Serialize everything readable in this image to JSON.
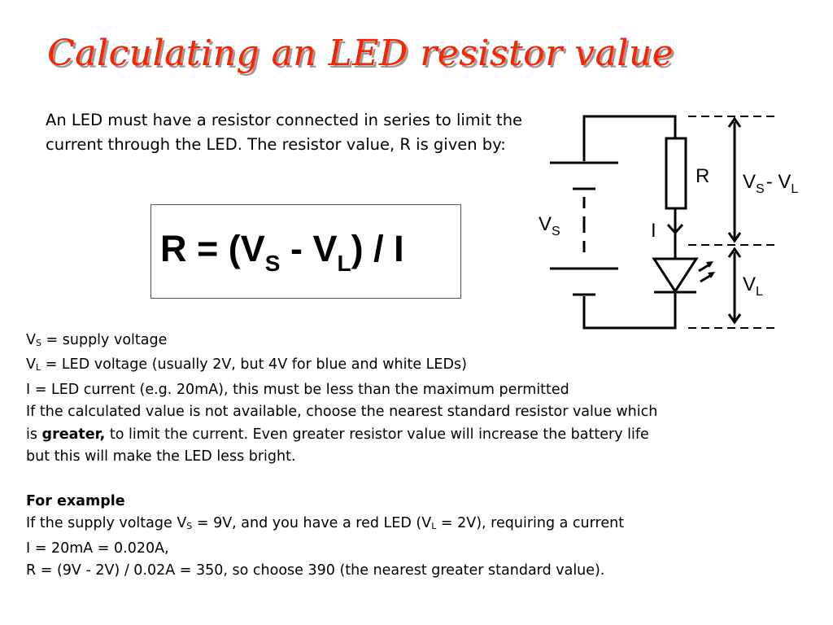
{
  "title": "Calculating an LED resistor value",
  "intro": "An LED must have a resistor connected in series to limit the current through the LED. The resistor value, R is given by:",
  "formula": {
    "start": "R = (V",
    "sub1": "S",
    "mid": " - V",
    "sub2": "L",
    "end": ") / I"
  },
  "diagram": {
    "labels": {
      "resistor": "R",
      "current": "I",
      "supply_v": "V",
      "supply_sub": "S",
      "drop_v": "V",
      "drop_sub": "S",
      "drop_rest": "- V",
      "drop_sub2": "L",
      "led_v": "V",
      "led_sub": "L"
    }
  },
  "definitions": {
    "vs": {
      "symbol": "V",
      "sub": "S",
      "text": " = supply voltage"
    },
    "vl": {
      "symbol": "V",
      "sub": "L",
      "text": " = LED voltage (usually 2V, but 4V for blue and white LEDs)"
    },
    "i": "I = LED current (e.g. 20mA), this must be less than the maximum permitted",
    "note_line1": "If the calculated value is not available, choose the nearest standard resistor value which",
    "note_line2_start": "is ",
    "note_line2_bold": "greater,",
    "note_line2_end": " to limit the current. Even greater resistor value will increase the battery life",
    "note_line3": "but this will make the LED less bright."
  },
  "example": {
    "heading": "For example",
    "line1_a": "If the supply voltage V",
    "line1_sub1": "S",
    "line1_b": " = 9V, and you have a red LED (V",
    "line1_sub2": "L",
    "line1_c": " = 2V), requiring a current",
    "line2": "I = 20mA = 0.020A,",
    "line3": "R = (9V - 2V) / 0.02A = 350, so choose 390 (the nearest greater standard value)."
  }
}
